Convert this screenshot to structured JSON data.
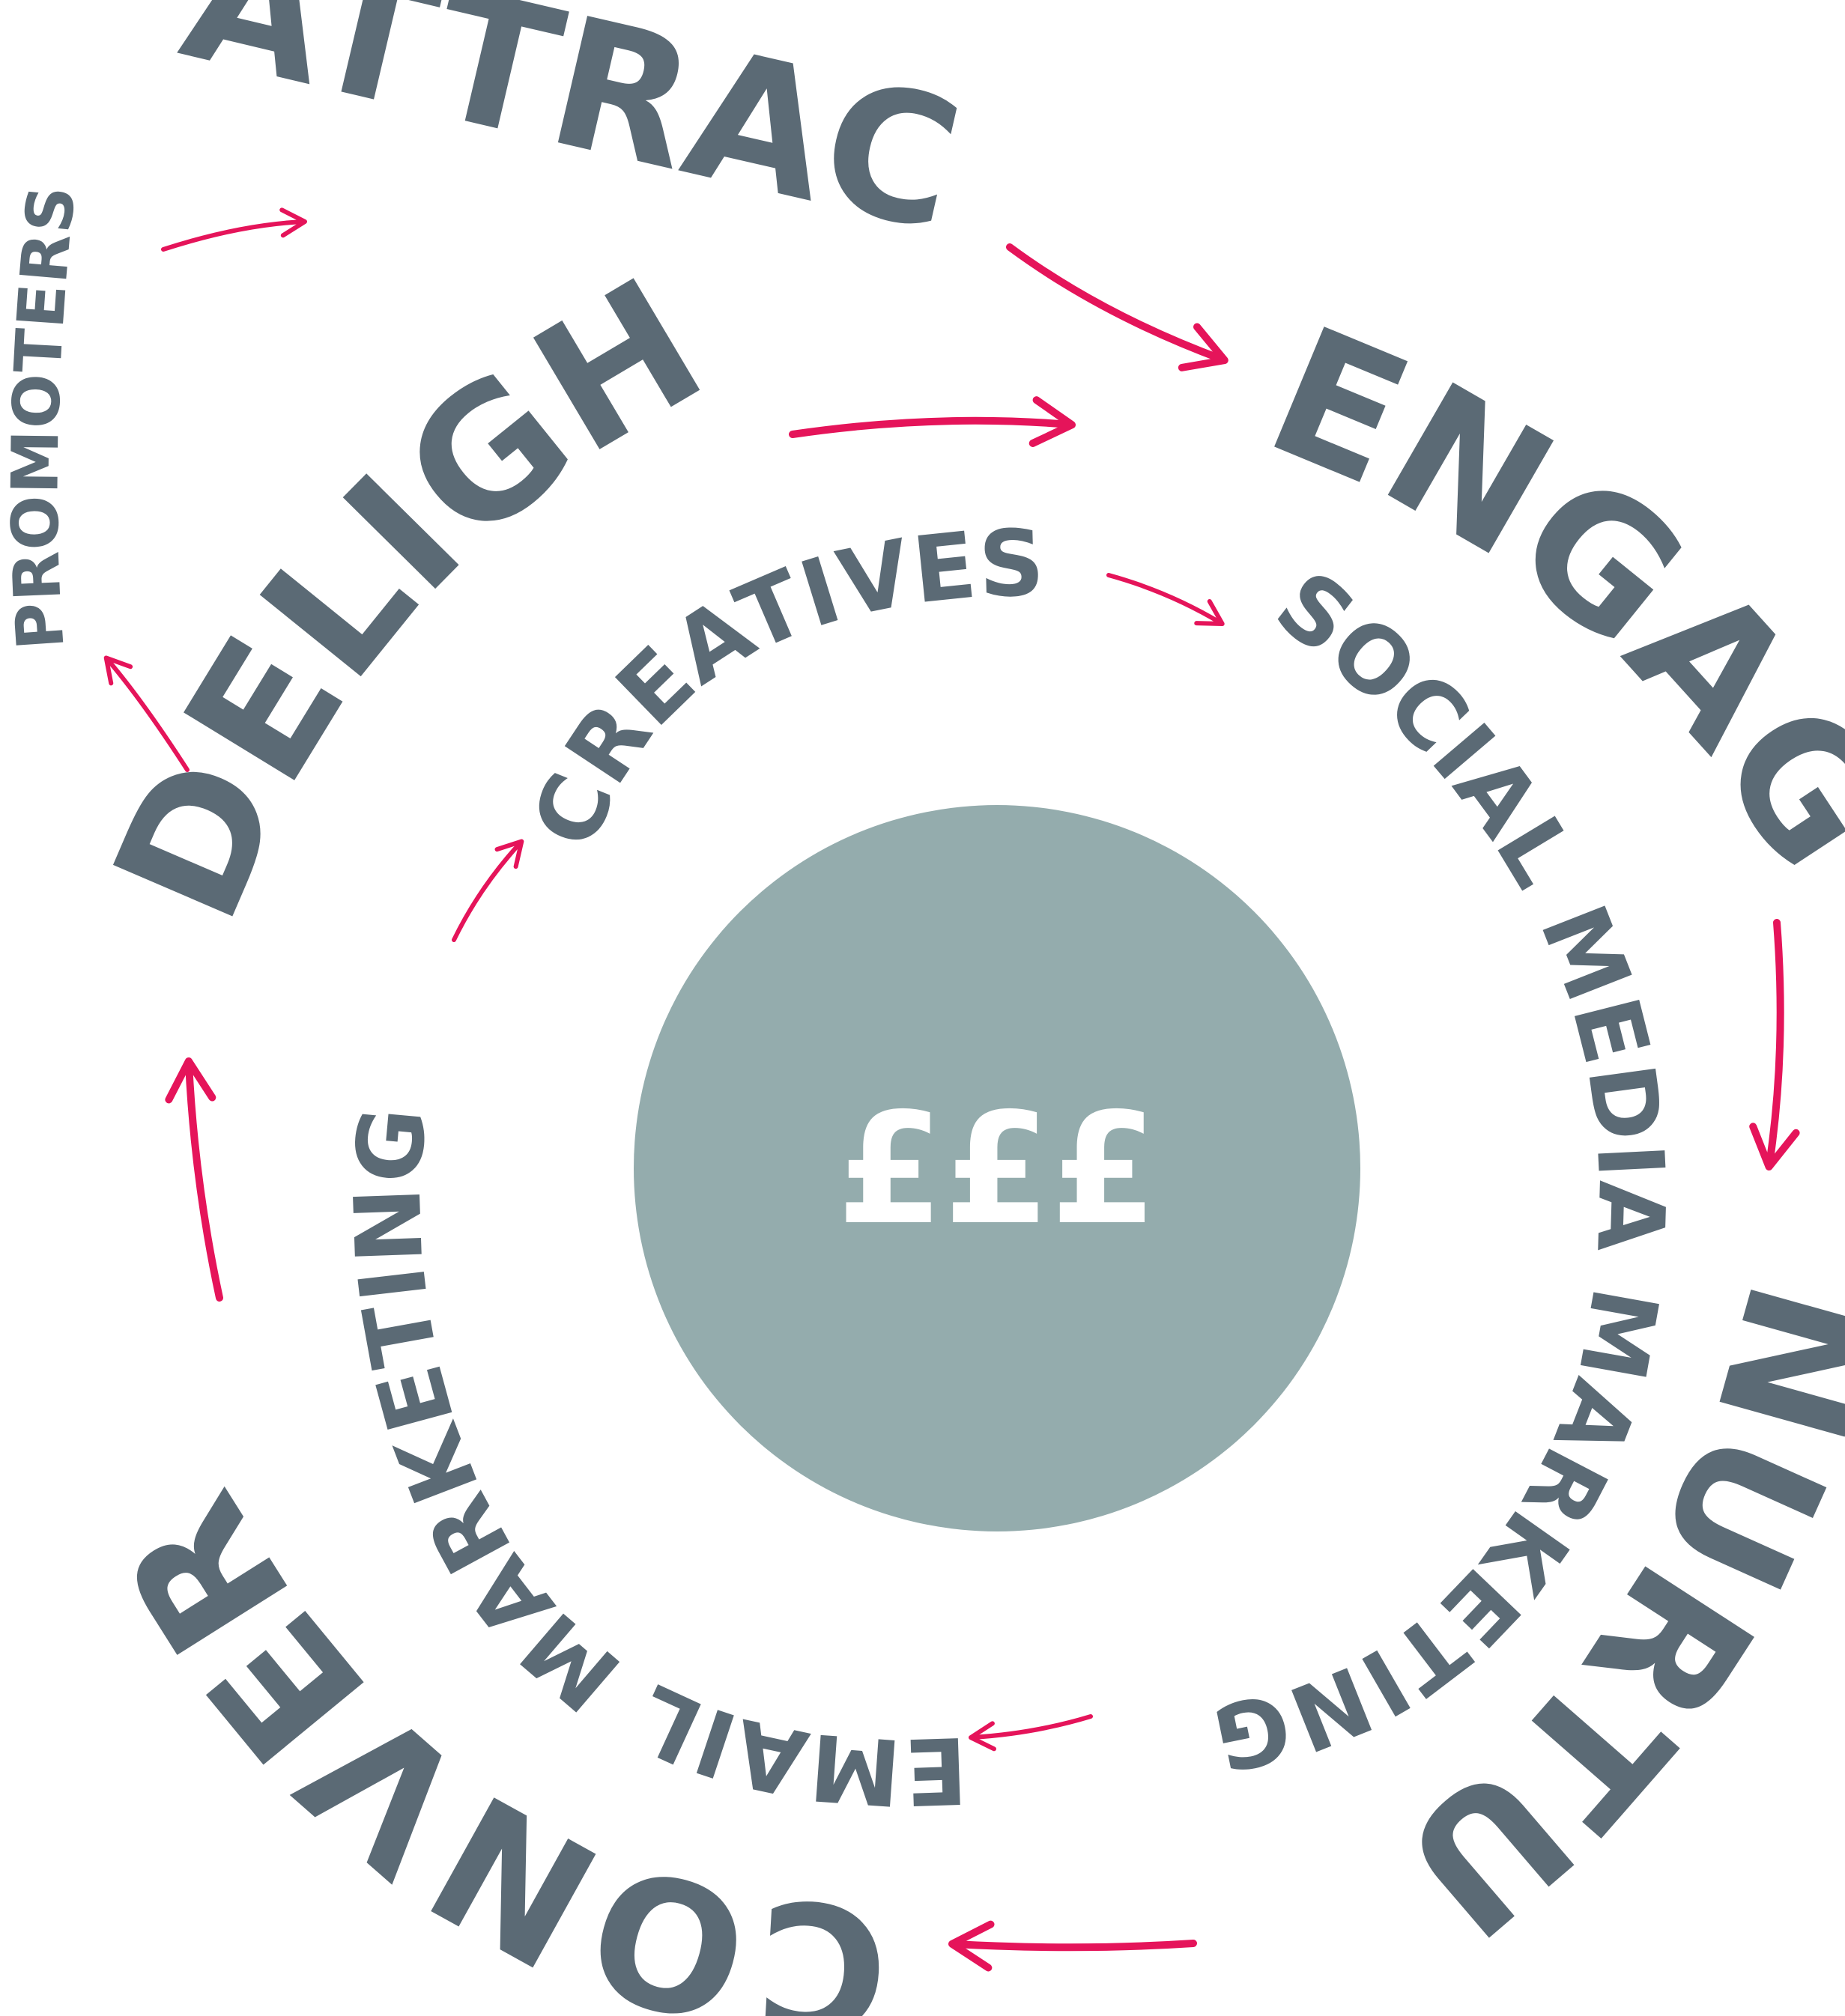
{
  "colors": {
    "text": "#5b6a75",
    "arrow": "#e5145a",
    "circle": "#94acad",
    "center_text": "#ffffff"
  },
  "stages": {
    "attract": "ATTRACT",
    "engage": "ENGAGE",
    "nurture": "NURTURE",
    "convert": "CONVERT",
    "delight": "DELIGHT",
    "promoters": "PROMOTERS"
  },
  "channels": {
    "creatives": "CREATIVES",
    "social_media_marketing": "SOCIAL MEDIA MARKETING",
    "email_marketing": "EMAIL MARKETING"
  },
  "center": {
    "label": "£££"
  }
}
